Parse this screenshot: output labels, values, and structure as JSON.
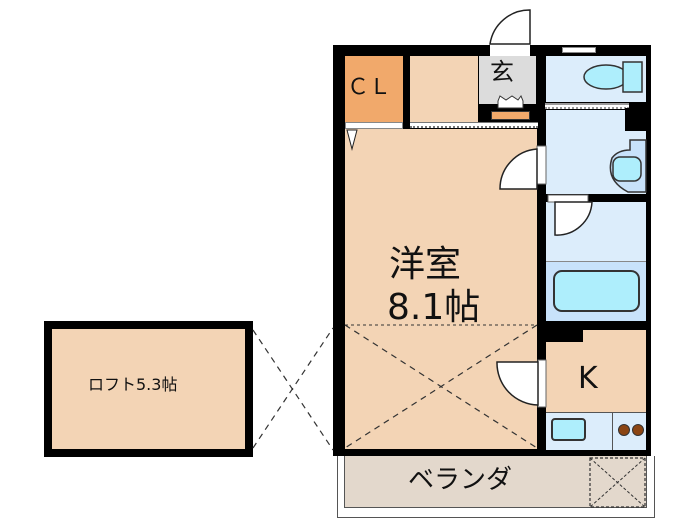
{
  "floorplan": {
    "rooms": {
      "closet": {
        "label": "ＣＬ"
      },
      "entrance": {
        "label": "玄"
      },
      "western_room": {
        "label": "洋室",
        "size": "8.1帖"
      },
      "kitchen": {
        "label": "K"
      },
      "veranda": {
        "label": "ベランダ"
      },
      "loft": {
        "label": "ロフト5.3帖"
      }
    },
    "colors": {
      "wall": "#000000",
      "room_floor": "#f3d4b5",
      "closet_floor": "#f1a96b",
      "wet_area": "#dcedfb",
      "fixture": "#aeeefc",
      "bath_floor": "#c8e2fa",
      "entrance_floor": "#dcdcdc",
      "veranda_floor": "#e3d8cc",
      "stove_burner": "#8b4513"
    }
  }
}
